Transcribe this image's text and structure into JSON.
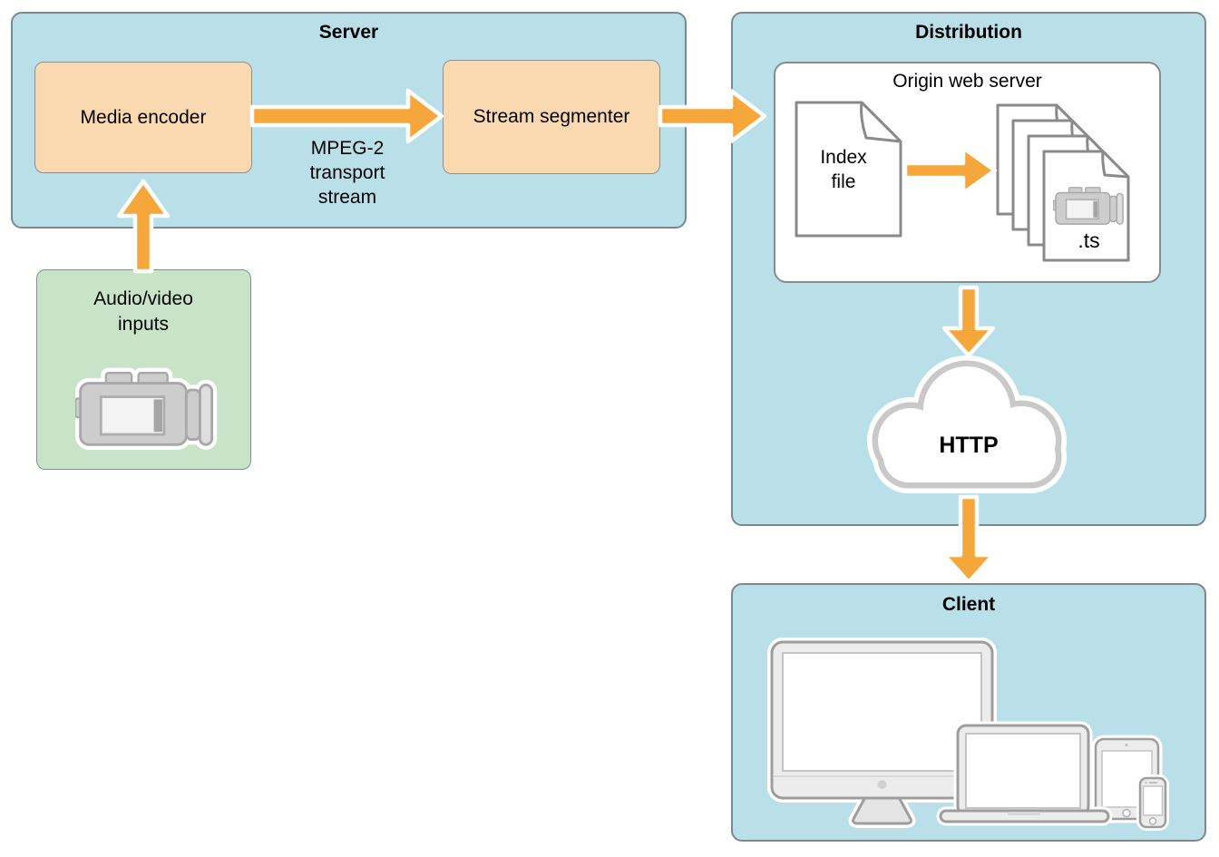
{
  "colors": {
    "panel-fill": "#b9dfe9",
    "panel-border": "#7b888d",
    "process-fill": "#fbd9b0",
    "process-border": "#8f8f8f",
    "input-fill": "#c8e3c8",
    "input-border": "#849188",
    "arrow": "#f6a73b",
    "cloud-stroke": "#c9c9c9",
    "doc-stroke": "#8a8a8a",
    "device-fill": "#ececec",
    "device-stroke": "#9d9d9d",
    "text": "#000000"
  },
  "server": {
    "title": "Server",
    "encoder_label": "Media encoder",
    "segmenter_label": "Stream segmenter",
    "stream_label": "MPEG-2 transport stream"
  },
  "inputs": {
    "label": "Audio/video inputs"
  },
  "distribution": {
    "title": "Distribution",
    "origin_server_label": "Origin web server",
    "index_file_label": "Index file",
    "ts_label": ".ts",
    "http_label": "HTTP"
  },
  "client": {
    "title": "Client"
  }
}
